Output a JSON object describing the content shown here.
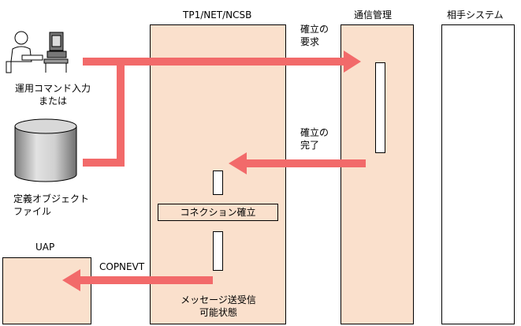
{
  "columns": {
    "tp1_net_ncsb": "TP1/NET/NCSB",
    "comm_management": "通信管理",
    "remote_system": "相手システム"
  },
  "left": {
    "operator_line1": "運用コマンド入力",
    "operator_line2": "または",
    "object_file_line1": "定義オブジェクト",
    "object_file_line2": "ファイル",
    "uap": "UAP"
  },
  "messages": {
    "request_line1": "確立の",
    "request_line2": "要求",
    "complete_line1": "確立の",
    "complete_line2": "完了",
    "connection_established": "コネクション確立",
    "copnevt": "COPNEVT",
    "msg_line1": "メッセージ送受信",
    "msg_line2": "可能状態"
  },
  "colors": {
    "column_fill": "#fae0cc",
    "arrow": "#f26a6a",
    "stroke": "#000000"
  }
}
